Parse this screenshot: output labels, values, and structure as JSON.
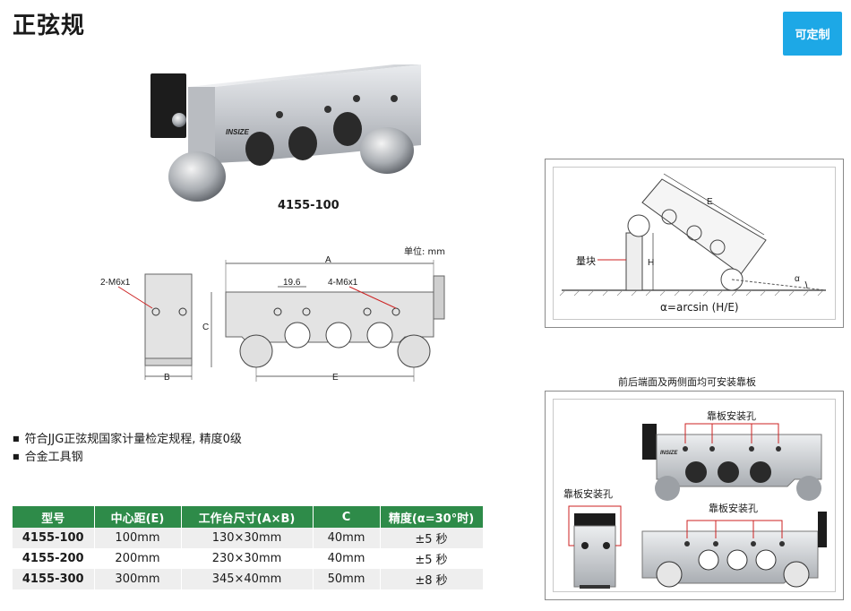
{
  "page": {
    "title": "正弦规",
    "custom_button": "可定制",
    "product_caption": "4155-100",
    "unit_note": "单位: mm"
  },
  "drawing": {
    "label_2m6x1": "2-M6x1",
    "label_a": "A",
    "label_19_6": "19.6",
    "label_4m6x1": "4-M6x1",
    "label_c": "C",
    "label_b": "B",
    "label_e": "E"
  },
  "features": [
    "符合JJG正弦规国家计量检定规程, 精度0级",
    "合金工具钢"
  ],
  "spec_table": {
    "headers": [
      "型号",
      "中心距(E)",
      "工作台尺寸(A×B)",
      "C",
      "精度(α=30°时)"
    ],
    "rows": [
      [
        "4155-100",
        "100mm",
        "130×30mm",
        "40mm",
        "±5 秒"
      ],
      [
        "4155-200",
        "200mm",
        "230×30mm",
        "40mm",
        "±5 秒"
      ],
      [
        "4155-300",
        "300mm",
        "345×40mm",
        "50mm",
        "±8 秒"
      ]
    ]
  },
  "angle_diagram": {
    "label_e": "E",
    "label_h": "H",
    "label_gauge": "量块",
    "label_alpha": "α",
    "formula": "α=arcsin (H/E)"
  },
  "mount_panel": {
    "heading": "前后端面及两侧面均可安装靠板",
    "label_top": "靠板安装孔",
    "label_side": "靠板安装孔",
    "label_bottom": "靠板安装孔"
  },
  "brand": "INSIZE",
  "colors": {
    "header_green": "#2e8b49",
    "button_blue": "#1da8e6",
    "dim_red": "#cc2222"
  }
}
